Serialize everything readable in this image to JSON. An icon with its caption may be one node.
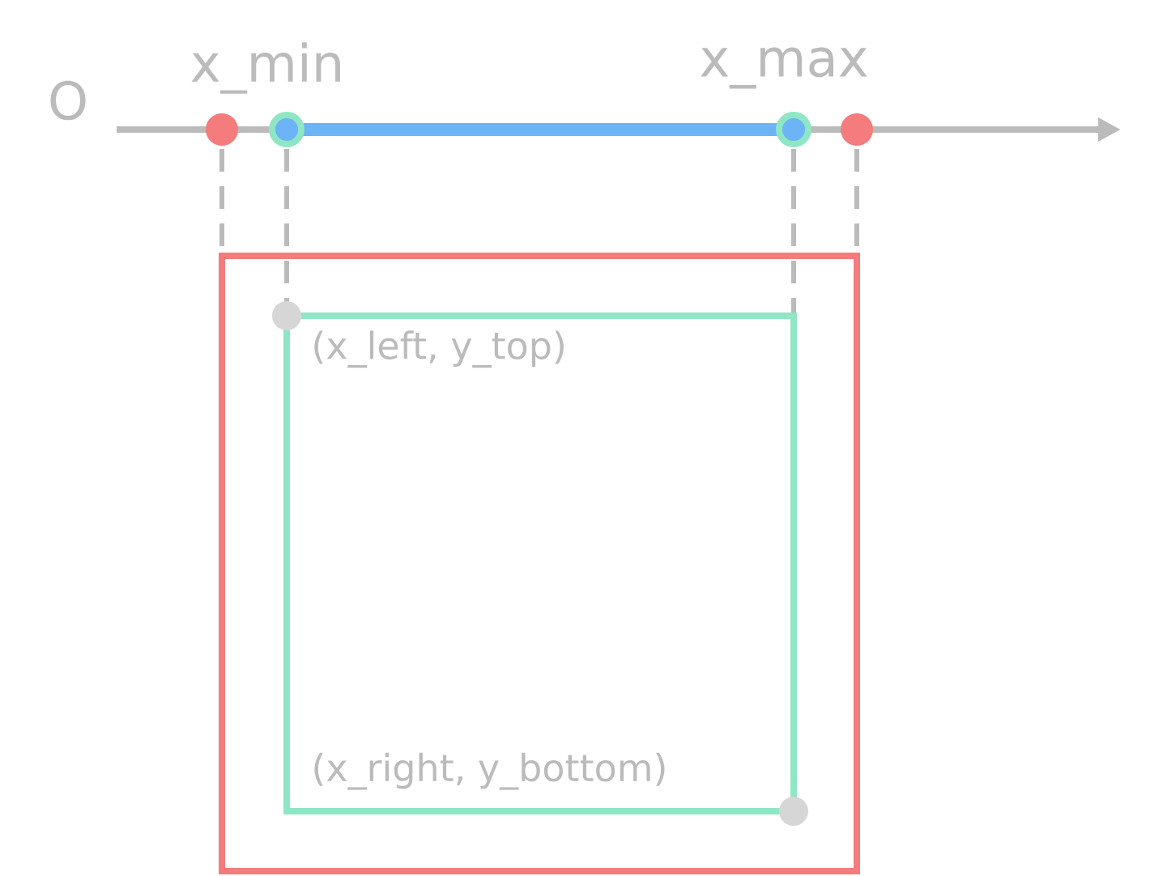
{
  "diagram": {
    "nodes": [
      {
        "text": [],
        "shape": "box"
      },
      {
        "text": [
          "(x_left, y_top)",
          "(x_right, y_bottom)"
        ],
        "in": 0
      }
    ],
    "labels": [
      "O",
      "x_min",
      "x_max"
    ]
  }
}
